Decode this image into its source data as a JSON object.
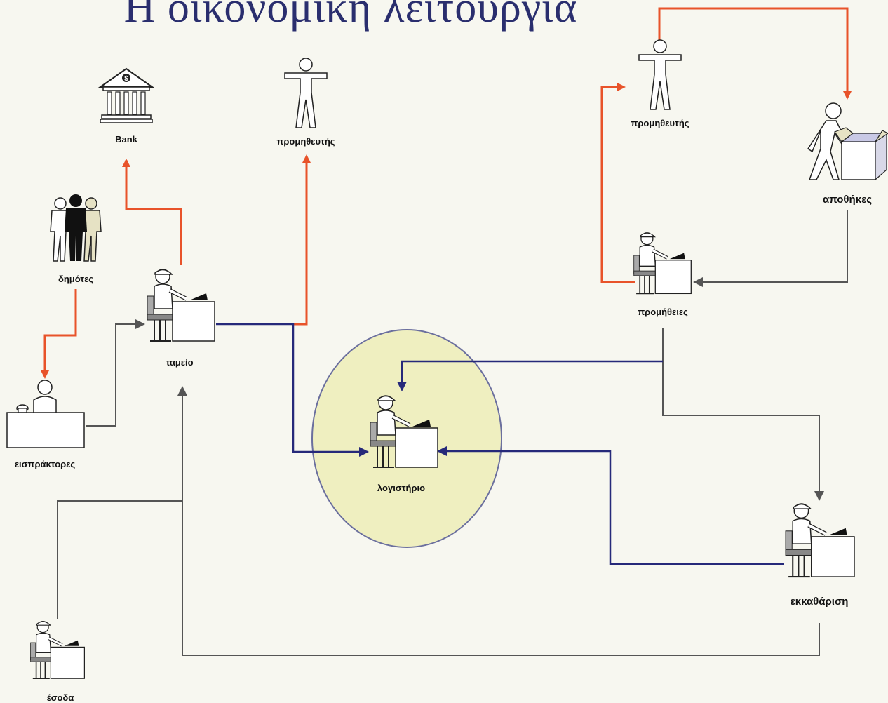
{
  "title": "Η οικονομική λειτουργία",
  "nodes": {
    "bank": "Bank",
    "supplier_left": "προμηθευτής",
    "citizens": "δημότες",
    "cashier": "ταμείο",
    "collectors": "εισπράκτορες",
    "accounting": "λογιστήριο",
    "supplier_right": "προμηθευτής",
    "warehouses": "αποθήκες",
    "procurement": "προμήθειες",
    "clearance": "εκκαθάριση",
    "revenue": "έσοδα"
  },
  "colors": {
    "orange": "#e8532a",
    "navy": "#26297a",
    "gray": "#555555",
    "circle_fill": "#efefc0",
    "title": "#2a2e6e"
  }
}
